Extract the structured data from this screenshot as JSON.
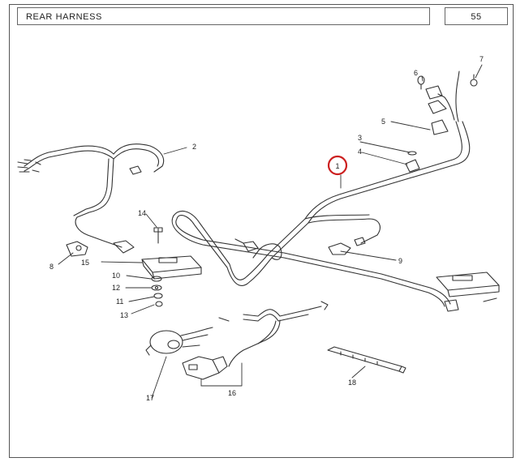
{
  "header": {
    "title": "REAR HARNESS",
    "page_number": "55"
  },
  "callouts": {
    "c1": "1",
    "c2": "2",
    "c3": "3",
    "c4": "4",
    "c5": "5",
    "c6": "6",
    "c7": "7",
    "c8": "8",
    "c9": "9",
    "c10": "10",
    "c11": "11",
    "c12": "12",
    "c13": "13",
    "c14": "14",
    "c15": "15",
    "c16": "16",
    "c17": "17",
    "c18": "18"
  },
  "highlight": {
    "part": "1",
    "color": "#cc1f1f"
  },
  "colors": {
    "line": "#333333",
    "frame": "#555555"
  }
}
